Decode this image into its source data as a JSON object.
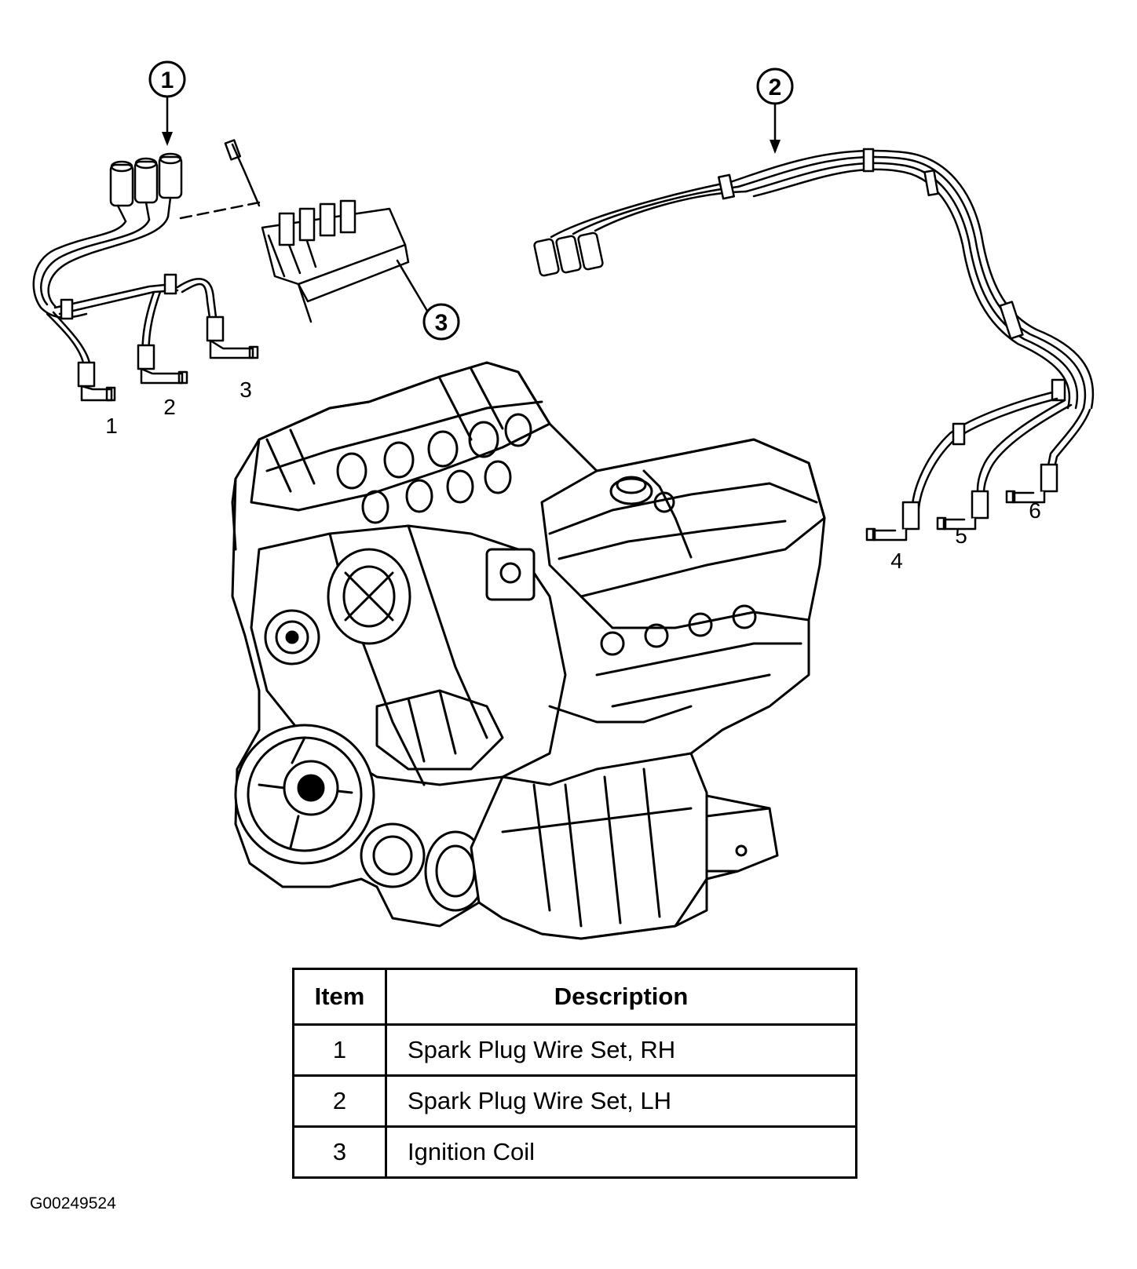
{
  "callouts": [
    "1",
    "2",
    "3"
  ],
  "plug_numbers": [
    "1",
    "2",
    "3",
    "4",
    "5",
    "6"
  ],
  "legend": {
    "headers": {
      "item": "Item",
      "description": "Description"
    },
    "rows": [
      {
        "item": "1",
        "description": "Spark Plug Wire Set, RH"
      },
      {
        "item": "2",
        "description": "Spark Plug Wire Set, LH"
      },
      {
        "item": "3",
        "description": "Ignition Coil"
      }
    ]
  },
  "figure_id": "G00249524"
}
